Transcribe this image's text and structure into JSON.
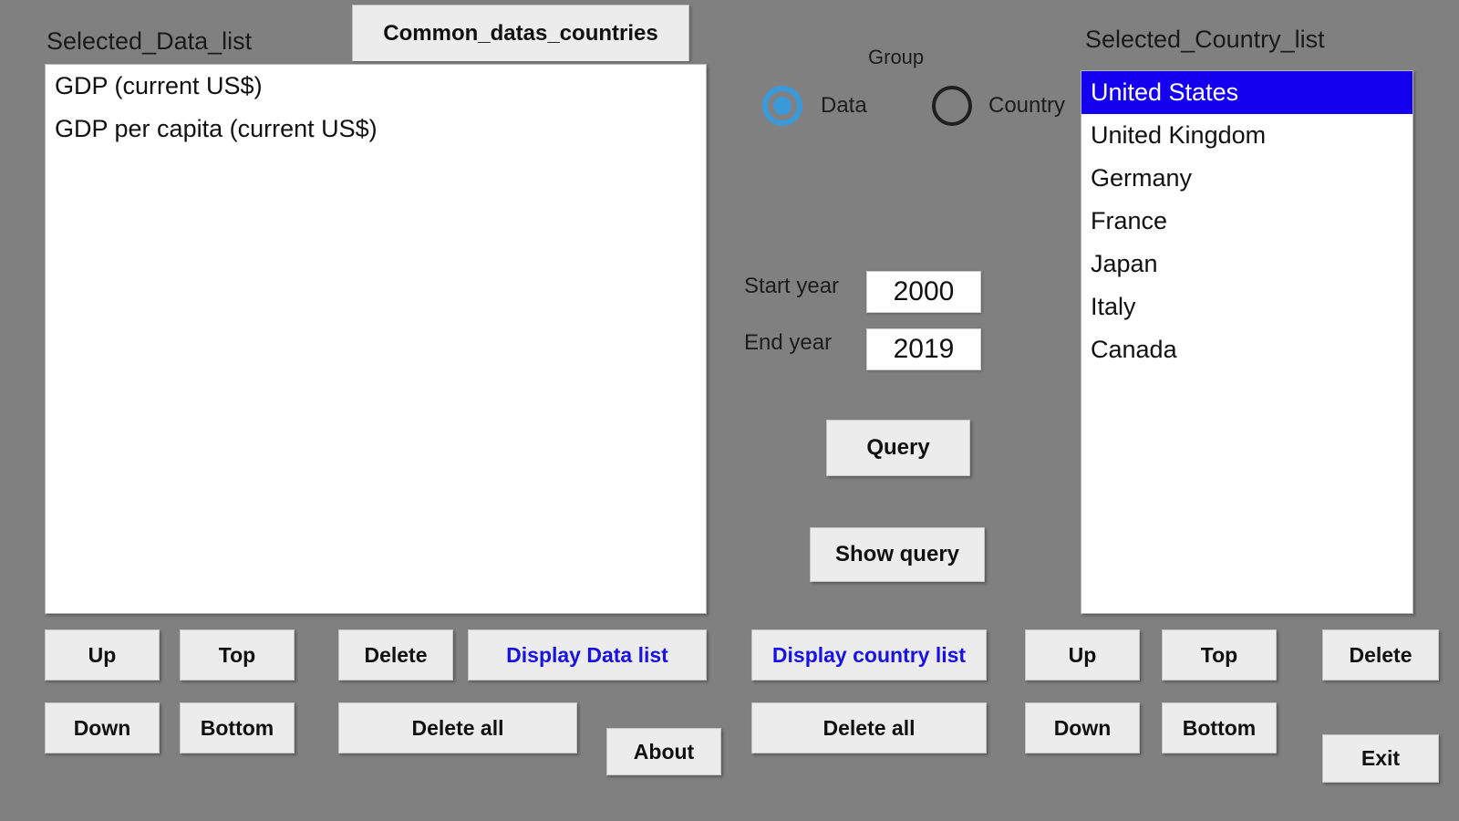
{
  "window": {
    "background_color": "#808080",
    "accent_blue": "#1812e4",
    "selection_blue": "#1400ee",
    "radio_blue": "#3a9ad9"
  },
  "tab": {
    "label": "Common_datas_countries"
  },
  "data_panel": {
    "title": "Selected_Data_list",
    "items": [
      {
        "label": "GDP (current US$)",
        "selected": false
      },
      {
        "label": "GDP per capita (current US$)",
        "selected": false
      }
    ],
    "buttons": {
      "up": "Up",
      "top": "Top",
      "down": "Down",
      "bottom": "Bottom",
      "delete": "Delete",
      "delete_all": "Delete all",
      "display": "Display Data list"
    }
  },
  "country_panel": {
    "title": "Selected_Country_list",
    "items": [
      {
        "label": "United States",
        "selected": true
      },
      {
        "label": "United Kingdom",
        "selected": false
      },
      {
        "label": "Germany",
        "selected": false
      },
      {
        "label": "France",
        "selected": false
      },
      {
        "label": "Japan",
        "selected": false
      },
      {
        "label": "Italy",
        "selected": false
      },
      {
        "label": "Canada",
        "selected": false
      }
    ],
    "buttons": {
      "up": "Up",
      "top": "Top",
      "down": "Down",
      "bottom": "Bottom",
      "delete": "Delete",
      "delete_all": "Delete all",
      "display": "Display country list"
    }
  },
  "center_panel": {
    "group_label": "Group",
    "radios": [
      {
        "label": "Data",
        "selected": true
      },
      {
        "label": "Country",
        "selected": false
      }
    ],
    "start_year": {
      "label": "Start year",
      "value": "2000"
    },
    "end_year": {
      "label": "End year",
      "value": "2019"
    },
    "query_button": "Query",
    "show_query_button": "Show query"
  },
  "footer": {
    "about": "About",
    "exit": "Exit"
  }
}
